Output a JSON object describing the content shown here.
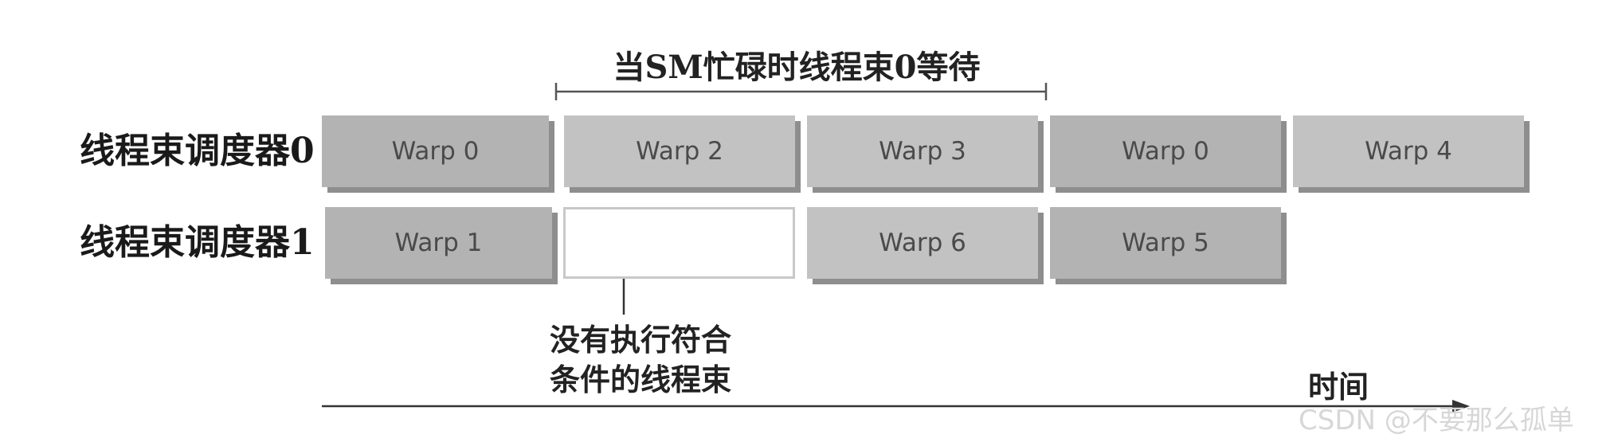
{
  "header": {
    "title": "当SM忙碌时线程束0等待"
  },
  "rows": [
    {
      "label": "线程束调度器0",
      "blocks": [
        "Warp 0",
        "Warp 2",
        "Warp 3",
        "Warp 0",
        "Warp 4"
      ]
    },
    {
      "label": "线程束调度器1",
      "blocks": [
        "Warp 1",
        "",
        "Warp 6",
        "Warp 5"
      ]
    }
  ],
  "annotation": {
    "line1": "没有执行符合",
    "line2": "条件的线程束"
  },
  "axis": {
    "label": "时间"
  },
  "watermark": "CSDN @不要那么孤单",
  "colors": {
    "block": "#c2c2c2",
    "block_dark": "#b3b3b3",
    "shadow": "#8e8e8e",
    "empty_border": "#c8c8c8"
  }
}
